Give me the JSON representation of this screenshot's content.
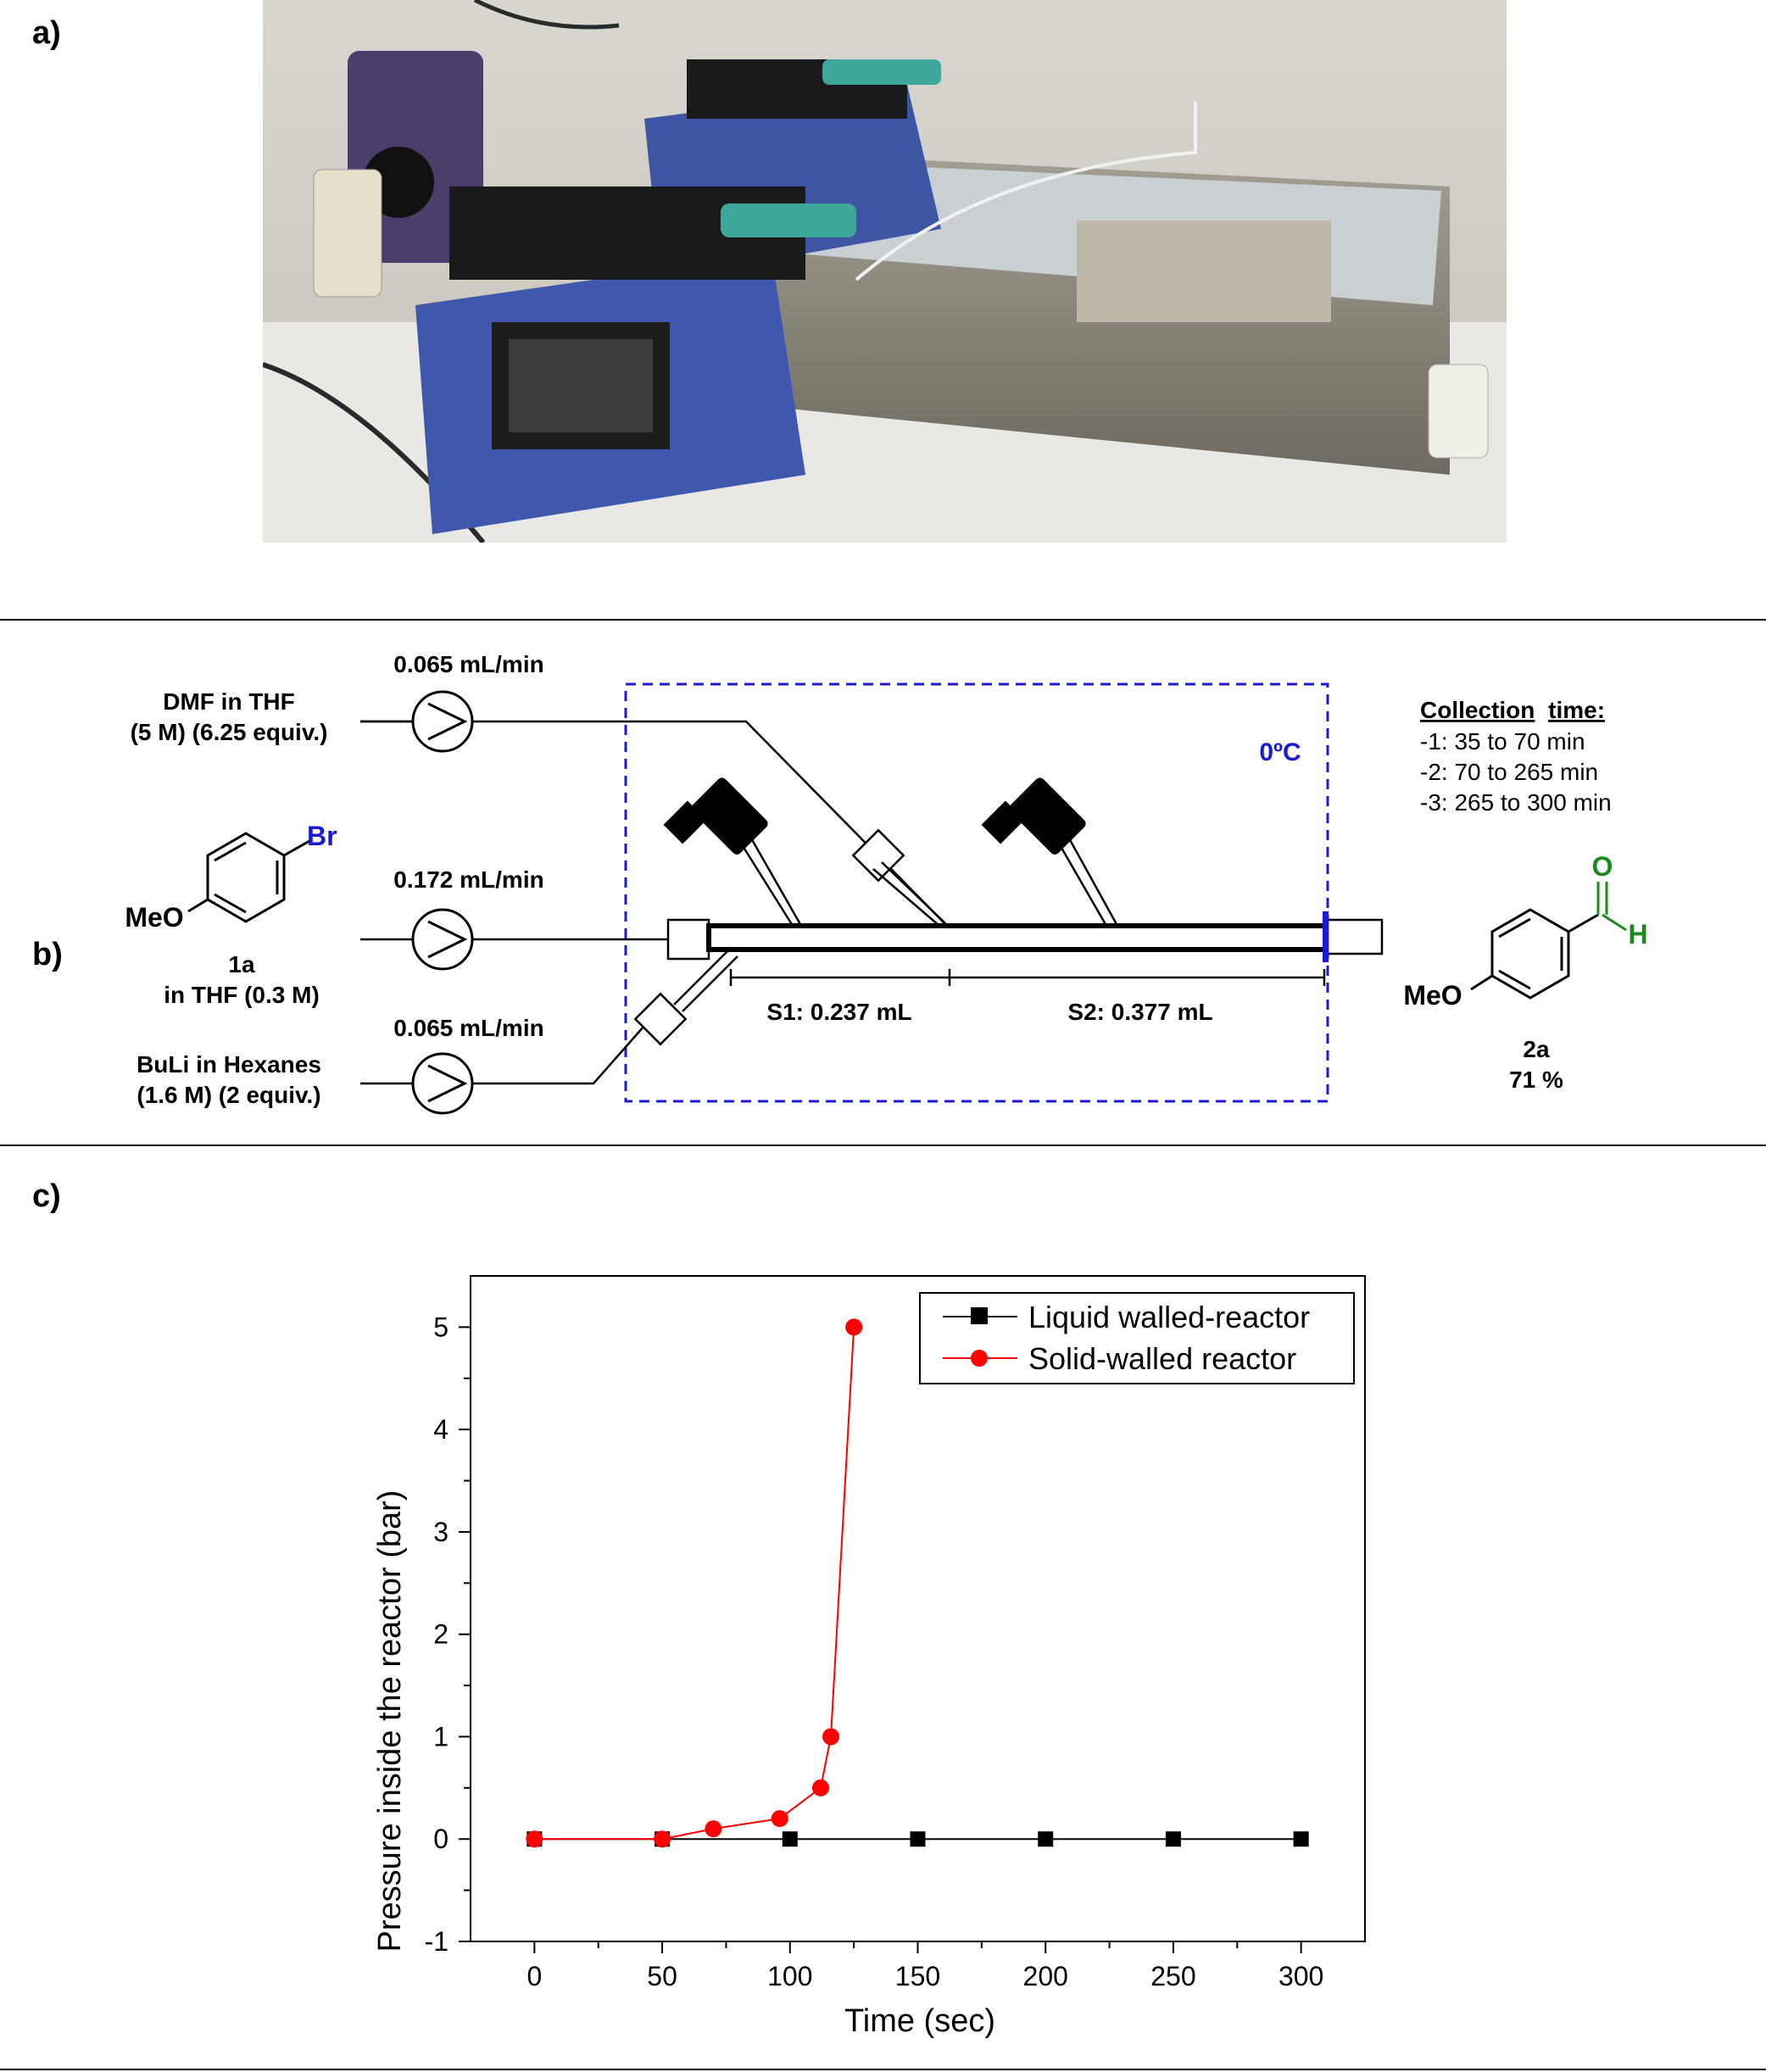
{
  "panels": {
    "a": "a)",
    "b": "b)",
    "c": "c)"
  },
  "scheme": {
    "flow_top": "0.065 mL/min",
    "flow_mid": "0.172 mL/min",
    "flow_bot": "0.065 mL/min",
    "dmf_line1": "DMF in THF",
    "dmf_line2": "(5 M) (6.25 equiv.)",
    "sm_br": "Br",
    "sm_meo": "MeO",
    "sm_id": "1a",
    "sm_conc": "in THF (0.3 M)",
    "buli_line1": "BuLi in Hexanes",
    "buli_line2": "(1.6 M) (2 equiv.)",
    "temperature": "0ºC",
    "s1": "S1: 0.237 mL",
    "s2": "S2: 0.377 mL",
    "collection_title_a": "Collection",
    "collection_title_b": "time:",
    "collection": [
      "-1: 35 to 70 min",
      "-2: 70 to 265 min",
      "-3: 265 to 300 min"
    ],
    "prod_o": "O",
    "prod_h": "H",
    "prod_meo": "MeO",
    "prod_id": "2a",
    "prod_yield": "71 %",
    "colors": {
      "box": "#1a1ad6",
      "br": "#1a1ad6",
      "cho": "#1a8a1a"
    }
  },
  "chart_data": {
    "type": "scatter",
    "xlabel": "Time (sec)",
    "ylabel": "Pressure inside the reactor (bar)",
    "xlim": [
      -25,
      325
    ],
    "ylim": [
      -1,
      5.5
    ],
    "xticks": [
      "0",
      "50",
      "100",
      "150",
      "200",
      "250",
      "300"
    ],
    "yticks": [
      "-1",
      "0",
      "1",
      "2",
      "3",
      "4",
      "5"
    ],
    "legend_position": "top-right",
    "series": [
      {
        "name": "Liquid walled-reactor",
        "color": "#000000",
        "marker": "square",
        "x": [
          0,
          50,
          100,
          150,
          200,
          250,
          300
        ],
        "y": [
          0,
          0,
          0,
          0,
          0,
          0,
          0
        ]
      },
      {
        "name": "Solid-walled reactor",
        "color": "#ff0000",
        "marker": "circle",
        "x": [
          0,
          50,
          70,
          96,
          112,
          116,
          125
        ],
        "y": [
          0,
          0,
          0.1,
          0.2,
          0.5,
          1,
          5
        ]
      }
    ]
  }
}
